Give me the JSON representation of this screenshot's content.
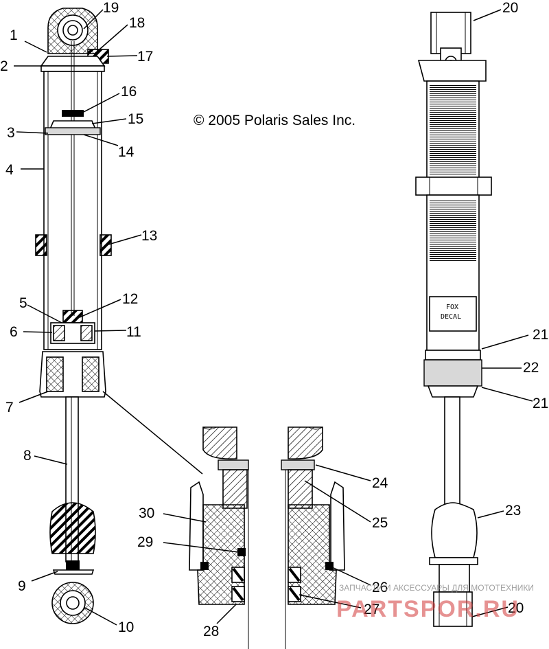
{
  "copyright": "© 2005 Polaris Sales Inc.",
  "decal_text": [
    "FOX",
    "DECAL"
  ],
  "watermark": {
    "tagline": "ЗАПЧАСТИ И АКСЕССУАРЫ ДЛЯ МОТОТЕХНИКИ",
    "brand": "PARTSPOR.RU"
  },
  "callouts": {
    "c1": "1",
    "c2": "2",
    "c3": "3",
    "c4": "4",
    "c5": "5",
    "c6": "6",
    "c7": "7",
    "c8": "8",
    "c9": "9",
    "c10": "10",
    "c11": "11",
    "c12": "12",
    "c13": "13",
    "c14": "14",
    "c15": "15",
    "c16": "16",
    "c17": "17",
    "c18": "18",
    "c19": "19",
    "c20a": "20",
    "c20b": "20",
    "c21a": "21",
    "c21b": "21",
    "c22": "22",
    "c23": "23",
    "c24": "24",
    "c25": "25",
    "c26": "26",
    "c27": "27",
    "c28": "28",
    "c29": "29",
    "c30": "30"
  }
}
